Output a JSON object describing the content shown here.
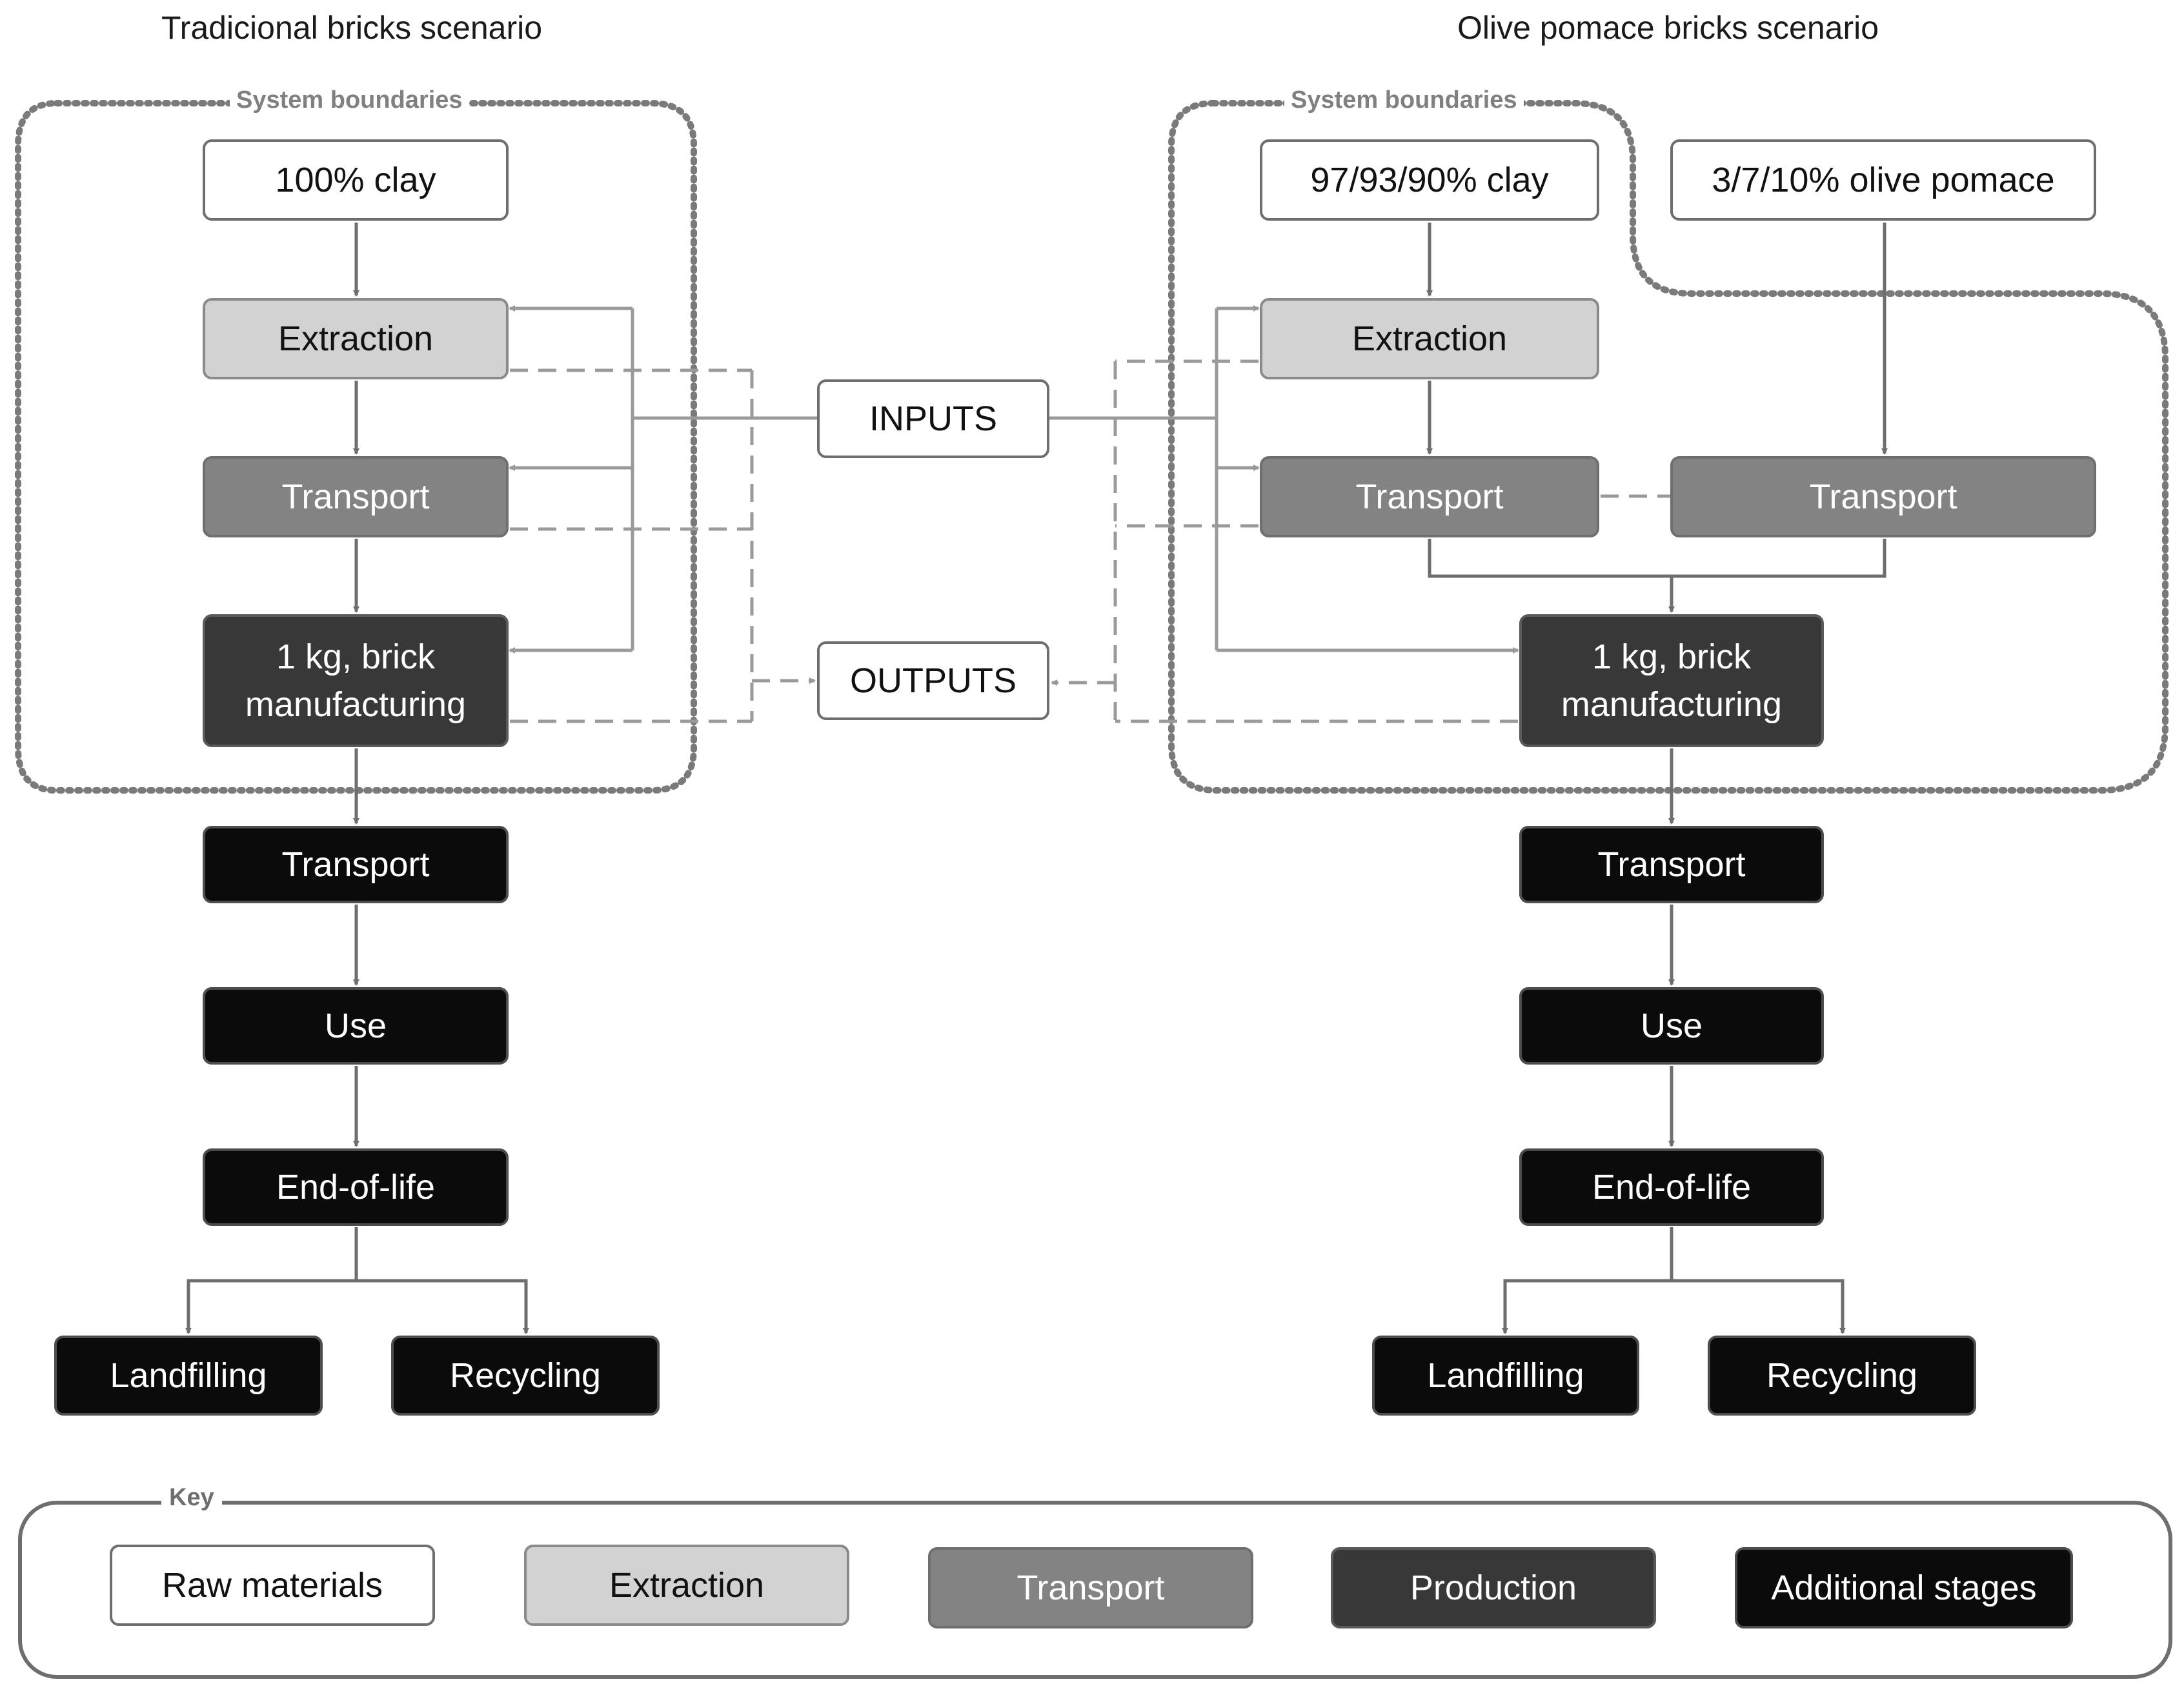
{
  "titles": {
    "left": "Tradicional bricks scenario",
    "right": "Olive pomace bricks scenario"
  },
  "system_boundaries": "System boundaries",
  "left": {
    "clay": "100% clay",
    "extraction": "Extraction",
    "transport": "Transport",
    "manufacturing": "1 kg, brick\nmanufacturing",
    "transport2": "Transport",
    "use": "Use",
    "eol": "End-of-life",
    "landfilling": "Landfilling",
    "recycling": "Recycling"
  },
  "right": {
    "clay": "97/93/90% clay",
    "pomace": "3/7/10% olive pomace",
    "extraction": "Extraction",
    "transport_clay": "Transport",
    "transport_pomace": "Transport",
    "manufacturing": "1 kg, brick\nmanufacturing",
    "transport2": "Transport",
    "use": "Use",
    "eol": "End-of-life",
    "landfilling": "Landfilling",
    "recycling": "Recycling"
  },
  "center": {
    "inputs": "INPUTS",
    "outputs": "OUTPUTS"
  },
  "key": {
    "label": "Key",
    "raw": "Raw materials",
    "extraction": "Extraction",
    "transport": "Transport",
    "production": "Production",
    "additional": "Additional stages"
  },
  "colors": {
    "raw": "#ffffff",
    "extraction": "#d2d2d2",
    "transport": "#838383",
    "production": "#383838",
    "additional": "#0b0b0b"
  }
}
